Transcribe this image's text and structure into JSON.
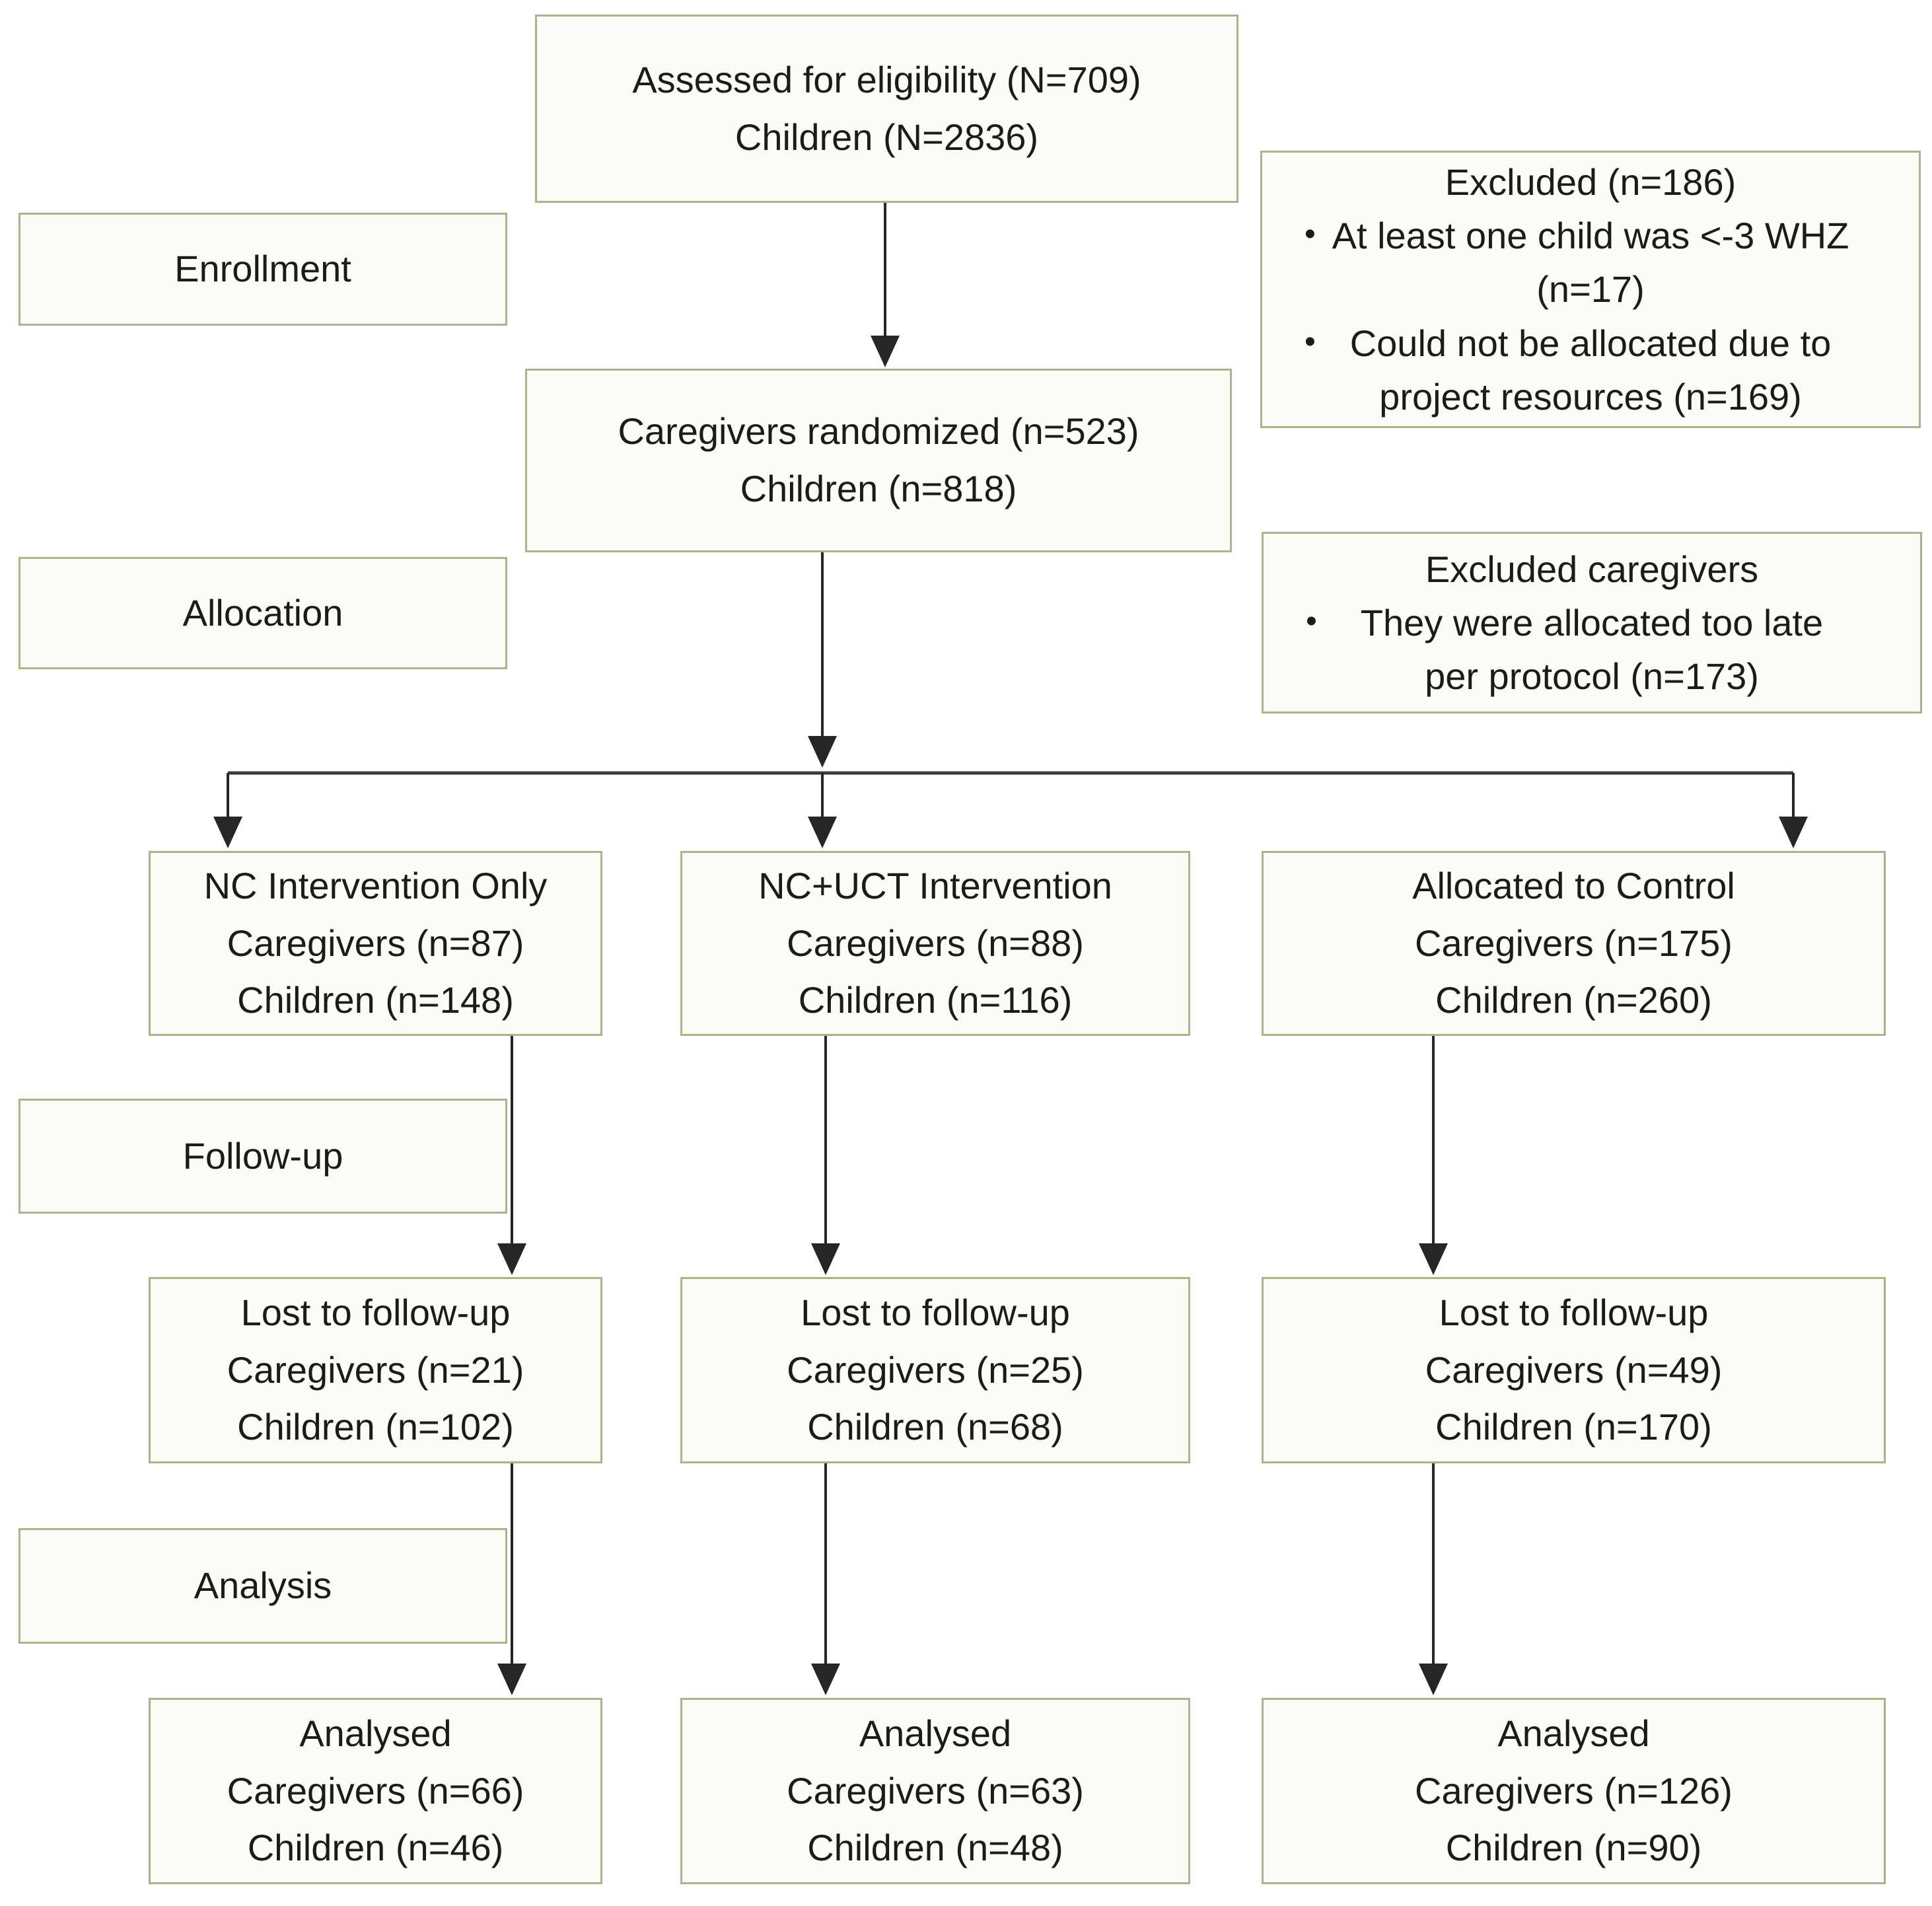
{
  "stage_labels": {
    "enrollment": "Enrollment",
    "allocation": "Allocation",
    "followup": "Follow-up",
    "analysis": "Analysis"
  },
  "boxes": {
    "assessed": {
      "lines": [
        "Assessed for eligibility (N=709)",
        "Children (N=2836)"
      ]
    },
    "excluded": {
      "title": "Excluded (n=186)",
      "bullet1_line1": "At least one child was <-3 WHZ",
      "bullet1_line2": "(n=17)",
      "bullet2_line1": "Could not be allocated due to",
      "bullet2_line2": "project resources (n=169)"
    },
    "randomized": {
      "lines": [
        "Caregivers randomized (n=523)",
        "Children (n=818)"
      ]
    },
    "excluded_caregivers": {
      "title": "Excluded caregivers",
      "bullet1_line1": "They were allocated too late",
      "bullet1_line2": "per protocol (n=173)"
    },
    "arm_nc": {
      "lines": [
        "NC Intervention Only",
        "Caregivers (n=87)",
        "Children (n=148)"
      ]
    },
    "arm_ncuct": {
      "lines": [
        "NC+UCT Intervention",
        "Caregivers (n=88)",
        "Children (n=116)"
      ]
    },
    "arm_control": {
      "lines": [
        "Allocated to Control",
        "Caregivers (n=175)",
        "Children (n=260)"
      ]
    },
    "lost_nc": {
      "lines": [
        "Lost to follow-up",
        "Caregivers (n=21)",
        "Children (n=102)"
      ]
    },
    "lost_ncuct": {
      "lines": [
        "Lost to follow-up",
        "Caregivers (n=25)",
        "Children (n=68)"
      ]
    },
    "lost_control": {
      "lines": [
        "Lost to follow-up",
        "Caregivers (n=49)",
        "Children (n=170)"
      ]
    },
    "analysed_nc": {
      "lines": [
        "Analysed",
        "Caregivers (n=66)",
        "Children (n=46)"
      ]
    },
    "analysed_ncuct": {
      "lines": [
        "Analysed",
        "Caregivers (n=63)",
        "Children (n=48)"
      ]
    },
    "analysed_control": {
      "lines": [
        "Analysed",
        "Caregivers (n=126)",
        "Children (n=90)"
      ]
    }
  },
  "colors": {
    "box_border": "#a6b58b",
    "box_bg": "#fbfcf6",
    "arrow": "#262626",
    "text": "#1b1b1b",
    "page_bg": "#ffffff"
  }
}
